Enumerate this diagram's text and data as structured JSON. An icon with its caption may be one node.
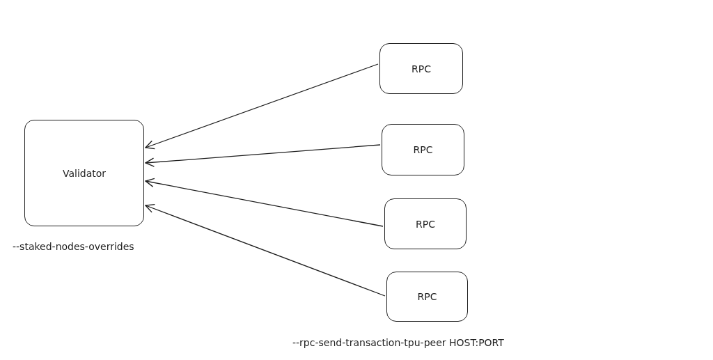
{
  "diagram": {
    "nodes": [
      {
        "text": [
          "Validator"
        ],
        "beside": [
          "--staked-nodes-overrides"
        ]
      },
      {
        "text": [
          "RPC"
        ]
      },
      {
        "text": [
          "RPC"
        ]
      },
      {
        "text": [
          "RPC"
        ]
      },
      {
        "text": [
          "RPC"
        ]
      }
    ],
    "edges": [
      {
        "from": 1,
        "to": 0,
        "arrow": "to"
      },
      {
        "from": 2,
        "to": 0,
        "arrow": "to"
      },
      {
        "from": 3,
        "to": 0,
        "arrow": "to"
      },
      {
        "from": 4,
        "to": 0,
        "arrow": "to"
      }
    ],
    "labels": [
      "--rpc-send-transaction-tpu-peer HOST:PORT"
    ]
  }
}
